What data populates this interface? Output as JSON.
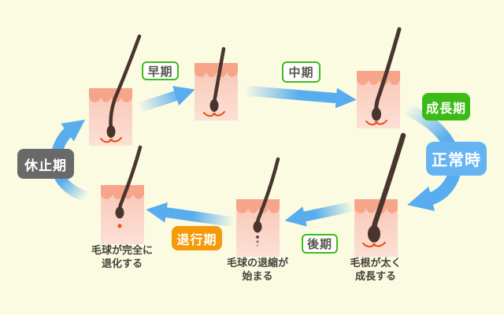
{
  "page": {
    "background": "#FBFBE2"
  },
  "colors": {
    "arrow_blue": "#58ADEE",
    "badge_green": "#3CBB16",
    "badge_blue": "#65B4F2",
    "badge_orange": "#F59B0B",
    "badge_gray": "#696969",
    "outline_green": "#3FBB1F",
    "skin_epidermis": "#F6A48A",
    "skin_dermis_top": "#F9C6B4",
    "skin_dermis_bottom": "#FCE0D6",
    "hair_brown": "#4A352E",
    "papilla_red": "#E8500F"
  },
  "labels": {
    "early": "早期",
    "middle": "中期",
    "growth": "成長期",
    "normal": "正常時",
    "late": "後期",
    "regression": "退行期",
    "resting": "休止期"
  },
  "captions": {
    "late_line1": "毛根が太く",
    "late_line2": "成長する",
    "regression_line1": "毛球の退縮が",
    "regression_line2": "始まる",
    "resting_line1": "毛球が完全に",
    "resting_line2": "退化する"
  }
}
